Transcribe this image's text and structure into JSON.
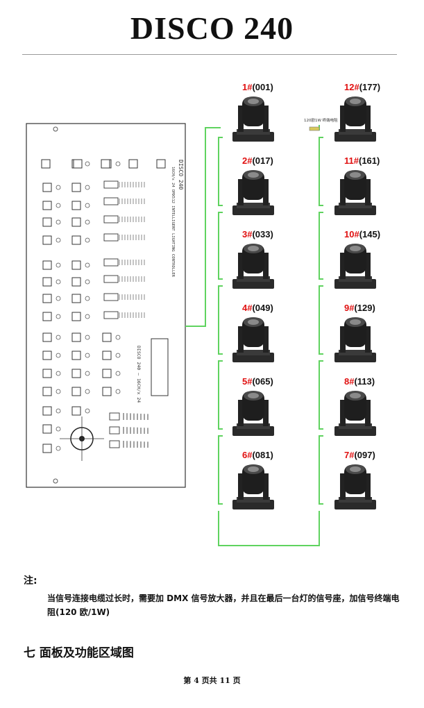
{
  "page": {
    "title": "DISCO 240",
    "note_label": "注:",
    "note_text": "当信号连接电缆过长时，需要加 DMX 信号放大器，并且在最后一台灯的信号座，加信号终端电阻(120 欧/1W)",
    "section_heading": "七  面板及功能区域图",
    "footer": "第 4 页共 11 页"
  },
  "controller": {
    "brand": "DISCO 240",
    "subtitle": "16CH/x 24 DMX512 INTELLIGENT LIGHTING CONTROLLER",
    "display_label": "DISCO 240 — 16CH/x 24",
    "resistor_label": "120欧1W 终端电阻"
  },
  "fixtures": {
    "left": [
      {
        "num": "1#",
        "addr": "(001)"
      },
      {
        "num": "2#",
        "addr": "(017)"
      },
      {
        "num": "3#",
        "addr": "(033)"
      },
      {
        "num": "4#",
        "addr": "(049)"
      },
      {
        "num": "5#",
        "addr": "(065)"
      },
      {
        "num": "6#",
        "addr": "(081)"
      }
    ],
    "right": [
      {
        "num": "12#",
        "addr": "(177)"
      },
      {
        "num": "11#",
        "addr": "(161)"
      },
      {
        "num": "10#",
        "addr": "(145)"
      },
      {
        "num": "9#",
        "addr": "(129)"
      },
      {
        "num": "8#",
        "addr": "(113)"
      },
      {
        "num": "7#",
        "addr": "(097)"
      }
    ]
  },
  "colors": {
    "cable": "#5fd35f",
    "label_number": "#e01010",
    "fixture_body": "#1e1e1e"
  }
}
